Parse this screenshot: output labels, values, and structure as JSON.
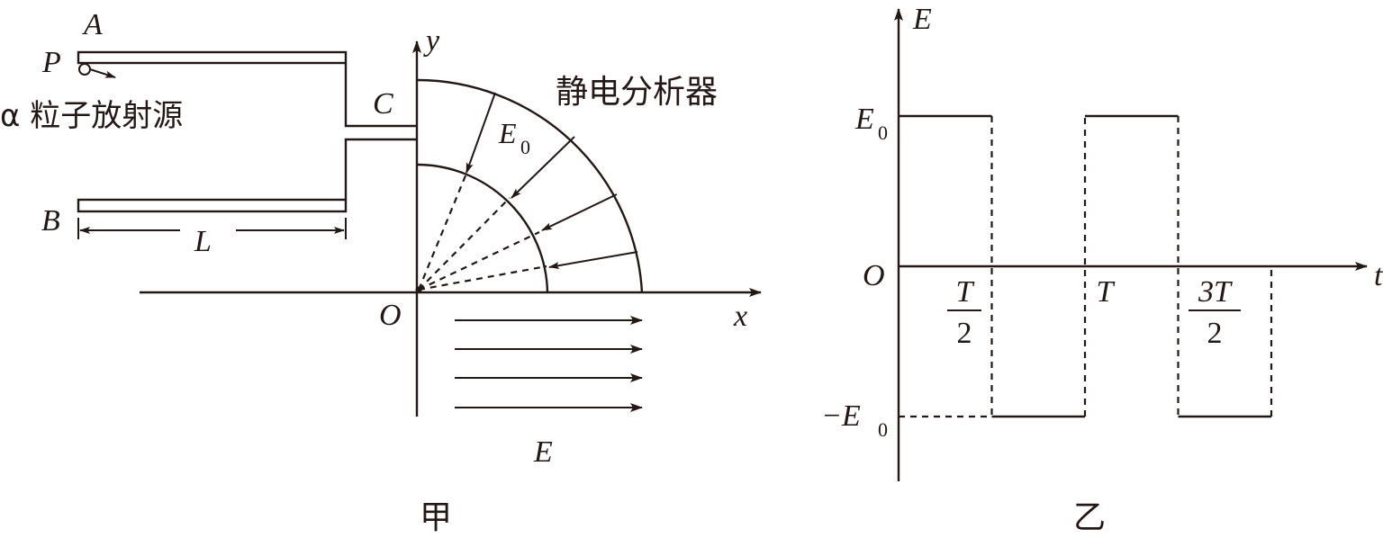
{
  "figure_left": {
    "caption": "甲",
    "plate_a_label": "A",
    "plate_b_label": "B",
    "point_p_label": "P",
    "source_label": "α 粒子放射源",
    "length_label": "L",
    "point_c_label": "C",
    "analyzer_label": "静电分析器",
    "field_e0_label": "E",
    "field_e0_sub": "0",
    "origin_label": "O",
    "x_axis_label": "x",
    "y_axis_label": "y",
    "field_e_label": "E"
  },
  "figure_right": {
    "caption": "乙",
    "y_axis_label": "E",
    "t_axis_label": "t",
    "origin_label": "O",
    "e0_tick": "E",
    "e0_sub": "0",
    "neg_e0_tick": "−E",
    "neg_e0_sub": "0",
    "half_t_num": "T",
    "half_t_den": "2",
    "t_tick": "T",
    "three_half_t_num": "3T",
    "three_half_t_den": "2",
    "chart_data": {
      "type": "line",
      "series": [
        {
          "x_units_of_T": [
            0,
            0.5,
            0.5,
            1,
            1,
            1.5,
            1.5,
            2
          ],
          "y_units_of_E0": [
            1,
            1,
            -1,
            -1,
            1,
            1,
            -1,
            -1
          ]
        }
      ]
    }
  },
  "colors": {
    "ink": "#231815",
    "background": "#ffffff"
  }
}
